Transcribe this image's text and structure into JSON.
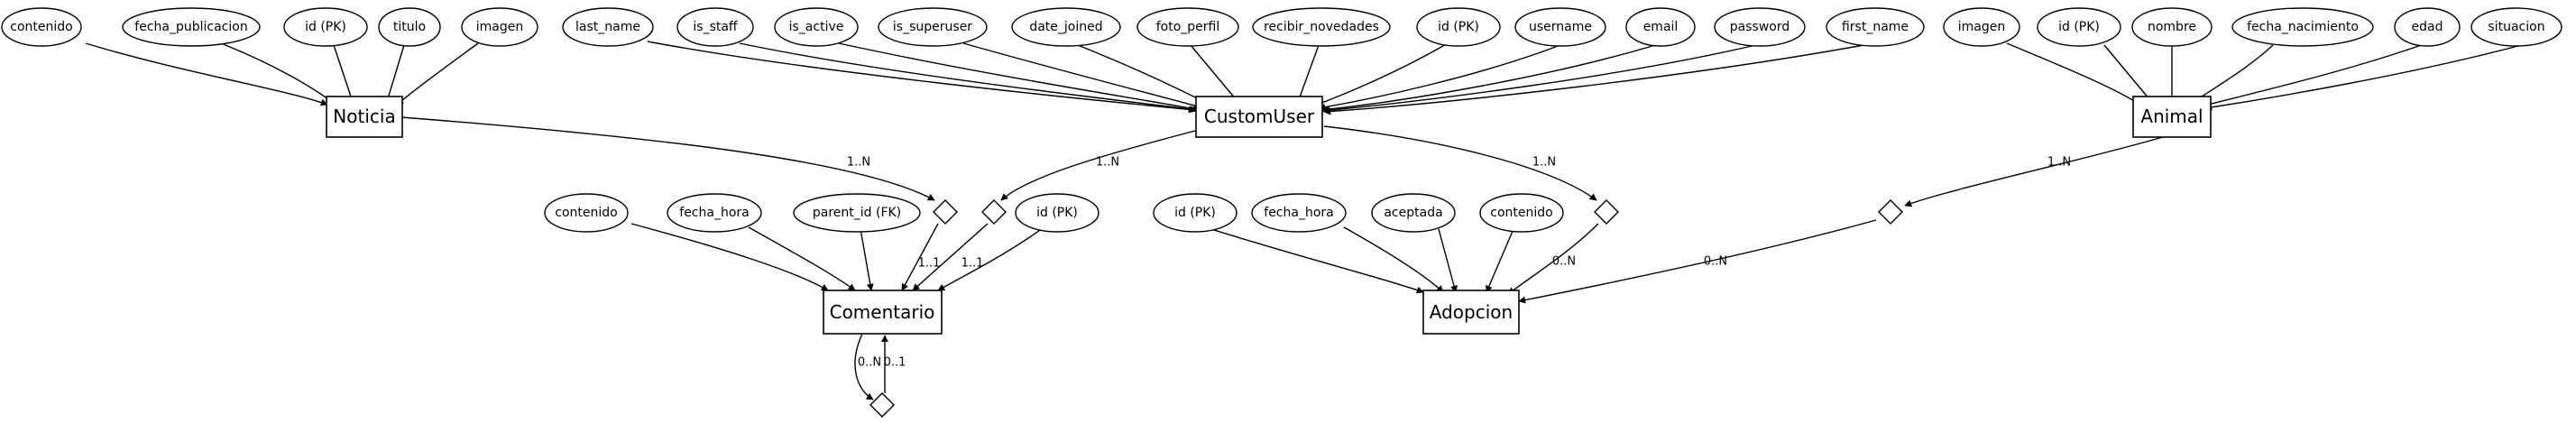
{
  "entities": {
    "noticia": "Noticia",
    "customuser": "CustomUser",
    "animal": "Animal",
    "comentario": "Comentario",
    "adopcion": "Adopcion"
  },
  "attributes": {
    "noticia": [
      "contenido",
      "fecha_publicacion",
      "id (PK)",
      "titulo",
      "imagen"
    ],
    "customuser": [
      "last_name",
      "is_staff",
      "is_active",
      "is_superuser",
      "date_joined",
      "foto_perfil",
      "recibir_novedades",
      "id (PK)",
      "username",
      "email",
      "password",
      "first_name"
    ],
    "animal": [
      "imagen",
      "id (PK)",
      "nombre",
      "fecha_nacimiento",
      "edad",
      "situacion"
    ],
    "comentario": [
      "contenido",
      "fecha_hora",
      "parent_id (FK)",
      "id (PK)"
    ],
    "adopcion": [
      "id (PK)",
      "fecha_hora",
      "aceptada",
      "contenido"
    ]
  },
  "relationships": [
    {
      "from": "Noticia",
      "to": "Comentario",
      "cardinality_from": "1..N",
      "cardinality_to": "1..1"
    },
    {
      "from": "CustomUser",
      "to": "Comentario",
      "cardinality_from": "1..N",
      "cardinality_to": "1..1"
    },
    {
      "from": "CustomUser",
      "to": "Adopcion",
      "cardinality_from": "1..N",
      "cardinality_to": "0..N"
    },
    {
      "from": "Animal",
      "to": "Adopcion",
      "cardinality_from": "1..N",
      "cardinality_to": "0..N"
    },
    {
      "from": "Comentario",
      "to": "Comentario",
      "cardinality_from": "0..N",
      "cardinality_to": "0..1"
    }
  ],
  "colors": {
    "line": "#000000",
    "fill": "#ffffff",
    "text": "#000000"
  }
}
